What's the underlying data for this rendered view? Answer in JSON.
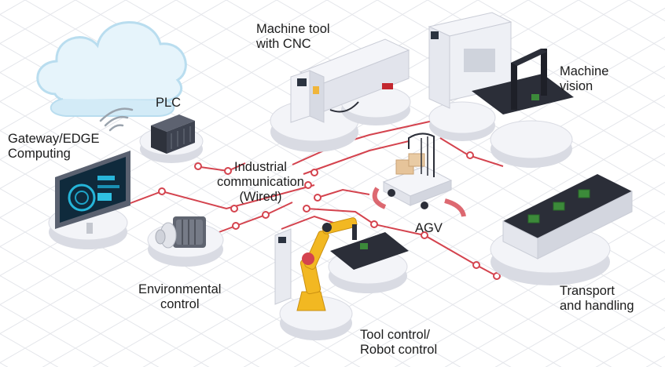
{
  "labels": {
    "machine_tool": [
      "Machine tool",
      "with CNC"
    ],
    "machine_vision": [
      "Machine",
      "vision"
    ],
    "plc": "PLC",
    "gateway": [
      "Gateway/EDGE",
      "Computing"
    ],
    "industrial_comm": [
      "Industrial",
      "communication",
      "(Wired)"
    ],
    "agv": "AGV",
    "environmental": [
      "Environmental",
      "control"
    ],
    "transport": [
      "Transport",
      "and handling"
    ],
    "tool_control": [
      "Tool control/",
      "Robot control"
    ]
  },
  "colors": {
    "wire": "#d4434e",
    "grid": "#e3e5ea",
    "platform_top": "#f3f4f8",
    "platform_side": "#d9dbe3",
    "cloud": "#c9e6f5",
    "robot": "#f2b822",
    "belt": "#2b2e38",
    "chip": "#3c8a3a"
  },
  "icons": [
    "cloud-icon",
    "wifi-icon",
    "plc-icon",
    "monitor-icon",
    "cnc-machine-icon",
    "vision-machine-icon",
    "agv-icon",
    "motor-icon",
    "robot-arm-icon",
    "conveyor-icon"
  ]
}
